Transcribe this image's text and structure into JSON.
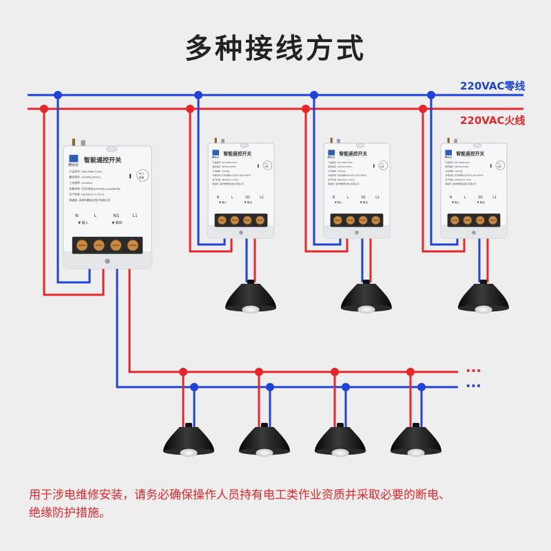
{
  "title": "多种接线方式",
  "wires": {
    "neutral_label": "220VAC零线",
    "live_label": "220VAC火线"
  },
  "colors": {
    "neutral": "#1f43d6",
    "live": "#e8262a",
    "background": "#eeeeee",
    "device_body": "#f6f7f9",
    "lamp": "#1c1c1c"
  },
  "main_device": {
    "brand": "腾安达",
    "name": "智能遥控开关",
    "learn_button": "学习 按键",
    "specs": [
      "产品型号: TAD-TR8P-220V",
      "额定电压: 220VAC(50Hz)",
      "工作频率: 315MHz",
      "负载功率: 灯光/电机≤3000W,LED≤800W",
      "生产标准: GB16915.1-2014",
      "制造商: 深圳市腾安达电子有限公司"
    ],
    "terminals": [
      "N",
      "L",
      "N1",
      "L1"
    ],
    "input_label": "输入",
    "output_label": "输出"
  },
  "small_device": {
    "brand": "腾安达",
    "name": "智能遥控开关",
    "learn_button": "学习 按键",
    "terminals": [
      "N",
      "L",
      "N1",
      "L1"
    ],
    "input_label": "输入",
    "output_label": "输出"
  },
  "continuation_mark": "···",
  "notice": {
    "line1": "用于涉电维修安装，请务必确保操作人员持有电工类作业资质并采取必要的断电、",
    "line2": "绝缘防护措施。"
  }
}
